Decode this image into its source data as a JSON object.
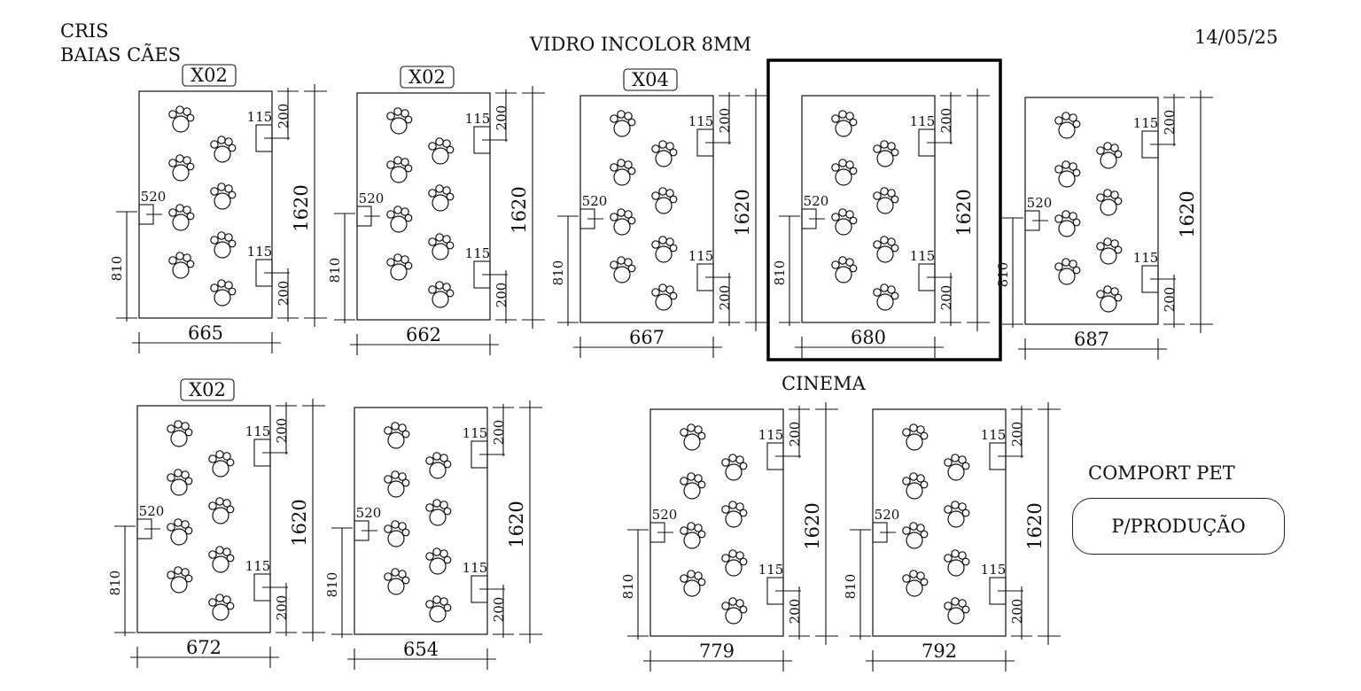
{
  "header": {
    "client": "CRIS",
    "project": "BAIAS CÃES",
    "material": "VIDRO INCOLOR 8MM",
    "date": "14/05/25"
  },
  "cinema_label": "CINEMA",
  "comport_label": "COMPORT PET",
  "production_label": "P/PRODUÇÃO",
  "panel_dims": {
    "height": "1620",
    "handle_offset": "810",
    "lock_width": "520",
    "hinge_width": "115",
    "hinge_offset": "200"
  },
  "panels": [
    {
      "width": "665",
      "quantity": "X02",
      "highlighted": false
    },
    {
      "width": "662",
      "quantity": "X02",
      "highlighted": false
    },
    {
      "width": "667",
      "quantity": "X04",
      "highlighted": false
    },
    {
      "width": "680",
      "quantity": "",
      "highlighted": true
    },
    {
      "width": "687",
      "quantity": "",
      "highlighted": false
    },
    {
      "width": "672",
      "quantity": "X02",
      "highlighted": false
    },
    {
      "width": "654",
      "quantity": "",
      "highlighted": false
    },
    {
      "width": "779",
      "quantity": "",
      "highlighted": false
    },
    {
      "width": "792",
      "quantity": "",
      "highlighted": false
    }
  ],
  "icons": {
    "paw": "paw-print-icon"
  }
}
